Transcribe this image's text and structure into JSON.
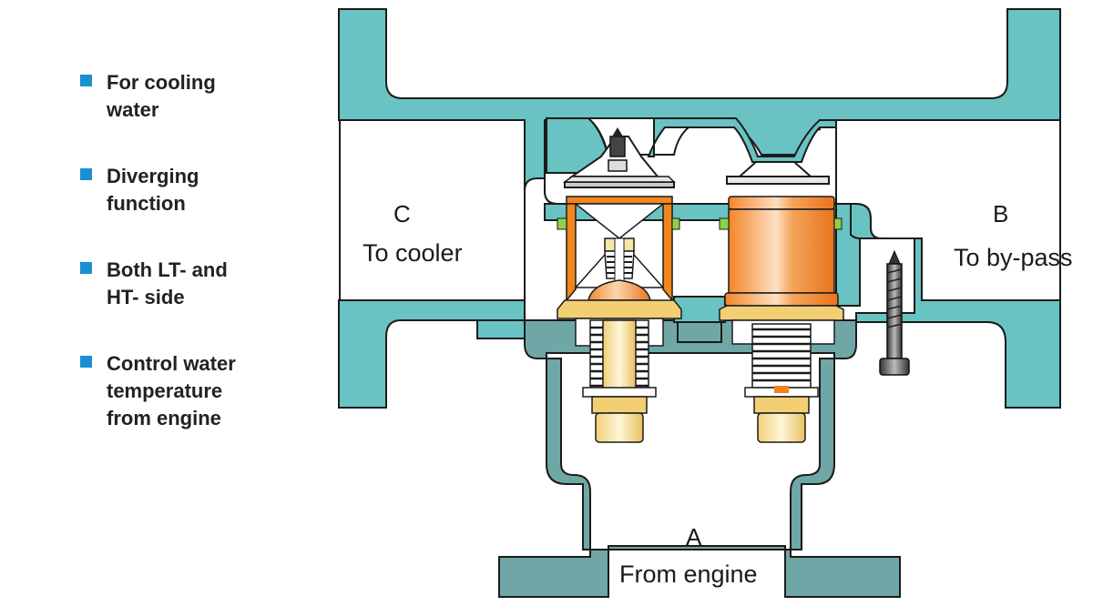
{
  "bullets": [
    {
      "text": "For cooling\nwater"
    },
    {
      "text": "Diverging\nfunction"
    },
    {
      "text": "Both LT- and\nHT- side"
    },
    {
      "text": "Control water\ntemperature\nfrom engine"
    }
  ],
  "ports": {
    "c": {
      "letter": "C",
      "name": "To cooler"
    },
    "b": {
      "letter": "B",
      "name": "To by-pass"
    },
    "a": {
      "letter": "A",
      "name": "From engine"
    }
  },
  "colors": {
    "bullet": "#1b8fd1",
    "upper_body": "#69c3c2",
    "lower_body": "#6fa7a6",
    "outline": "#1b1b1b",
    "orange": "#f0861d",
    "yellow": "#f3cf73",
    "cream": "#f7e5a8"
  }
}
